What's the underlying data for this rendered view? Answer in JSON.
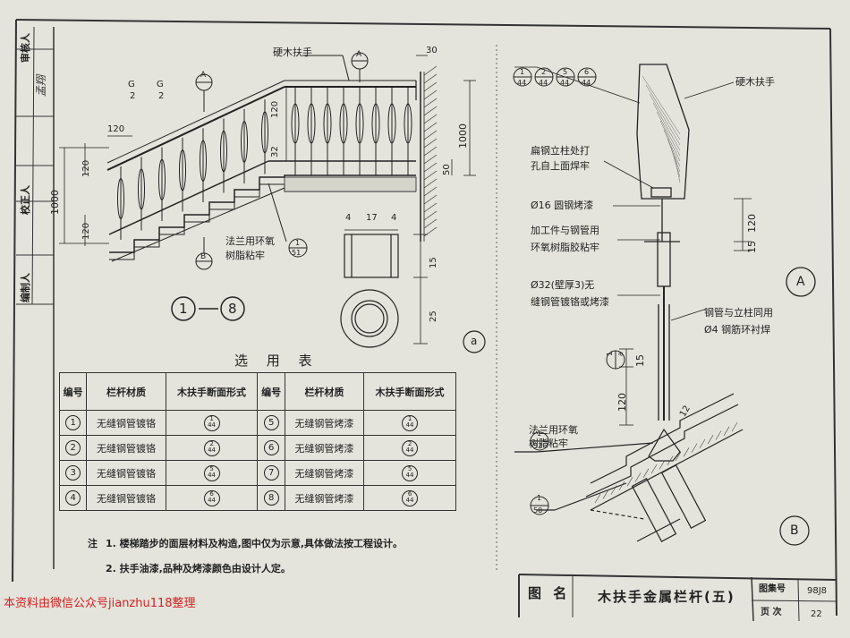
{
  "side_labels": {
    "reviewer_role": "审核人",
    "proofreader_role": "校正人",
    "designer_role": "编制人",
    "signature_text": "孟翔"
  },
  "detail_1_8": {
    "handrail_label": "硬木扶手",
    "epoxy_note": "法兰用环氧\n树脂粘牢",
    "section_mark_a": "A",
    "section_mark_b": "B",
    "section_cut_1": "G",
    "section_cut_2": "G",
    "section_sub_1": "2",
    "section_sub_2": "2",
    "ref_top": "1",
    "ref_bottom": "51",
    "range_label_start": "1",
    "range_label_end": "8",
    "dimensions": {
      "d1000_left": "1000",
      "d120_a": "120",
      "d120_b": "120",
      "d120_c": "120",
      "d120_d": "120",
      "d32": "32",
      "d1000_right": "1000",
      "d50": "50",
      "d30": "30"
    }
  },
  "detail_a_small": {
    "label": "a",
    "dims": [
      "4",
      "17",
      "4",
      "15",
      "25"
    ]
  },
  "detail_A": {
    "label": "A",
    "handrail_label": "硬木扶手",
    "refs": [
      {
        "top": "1",
        "bottom": "44"
      },
      {
        "top": "2",
        "bottom": "44"
      },
      {
        "top": "5",
        "bottom": "44"
      },
      {
        "top": "6",
        "bottom": "44"
      }
    ],
    "notes": [
      "扁钢立柱处打",
      "孔自上面焊牢",
      "Ø16 圆钢烤漆",
      "加工件与钢管用",
      "环氧树脂胶粘牢",
      "Ø32(壁厚3)无",
      "缝钢管镀铬或烤漆",
      "钢管与立柱同用",
      "Ø4 钢筋环衬焊"
    ],
    "dims": [
      "120",
      "15"
    ]
  },
  "detail_B": {
    "label": "B",
    "epoxy_note_1": "法兰用环氧",
    "epoxy_note_2": "树脂粘牢",
    "ref_52": {
      "top": "1",
      "bottom": "52"
    },
    "ref_50": {
      "top": "1",
      "bottom": "50"
    },
    "ref_a": {
      "top": "1",
      "bottom": "a"
    },
    "dims": [
      "15",
      "120",
      "12"
    ]
  },
  "table": {
    "title": "选 用 表",
    "headers": [
      "编号",
      "栏杆材质",
      "木扶手断面形式",
      "编号",
      "栏杆材质",
      "木扶手断面形式"
    ],
    "rows": [
      {
        "no_l": "1",
        "mat_l": "无缝钢管镀铬",
        "sec_l": {
          "top": "1",
          "bottom": "44"
        },
        "no_r": "5",
        "mat_r": "无缝钢管烤漆",
        "sec_r": {
          "top": "1",
          "bottom": "44"
        }
      },
      {
        "no_l": "2",
        "mat_l": "无缝钢管镀铬",
        "sec_l": {
          "top": "2",
          "bottom": "44"
        },
        "no_r": "6",
        "mat_r": "无缝钢管烤漆",
        "sec_r": {
          "top": "2",
          "bottom": "44"
        }
      },
      {
        "no_l": "3",
        "mat_l": "无缝钢管镀铬",
        "sec_l": {
          "top": "5",
          "bottom": "44"
        },
        "no_r": "7",
        "mat_r": "无缝钢管烤漆",
        "sec_r": {
          "top": "5",
          "bottom": "44"
        }
      },
      {
        "no_l": "4",
        "mat_l": "无缝钢管镀铬",
        "sec_l": {
          "top": "6",
          "bottom": "44"
        },
        "no_r": "8",
        "mat_r": "无缝钢管烤漆",
        "sec_r": {
          "top": "6",
          "bottom": "44"
        }
      }
    ]
  },
  "notes": {
    "prefix": "注",
    "line1": "1. 楼梯踏步的面层材料及构造,图中仅为示意,具体做法按工程设计。",
    "line2": "2. 扶手油漆,品种及烤漆颜色由设计人定。"
  },
  "title_block": {
    "name_label": "图 名",
    "name": "木扶手金属栏杆(五)",
    "atlas_label": "图集号",
    "atlas_value": "98J8",
    "page_label": "页 次",
    "page_value": "22"
  },
  "watermark": "本资料由微信公众号jianzhu118整理",
  "colors": {
    "paper": "#e4e4dc",
    "ink": "#222222",
    "watermark": "#d42020"
  }
}
